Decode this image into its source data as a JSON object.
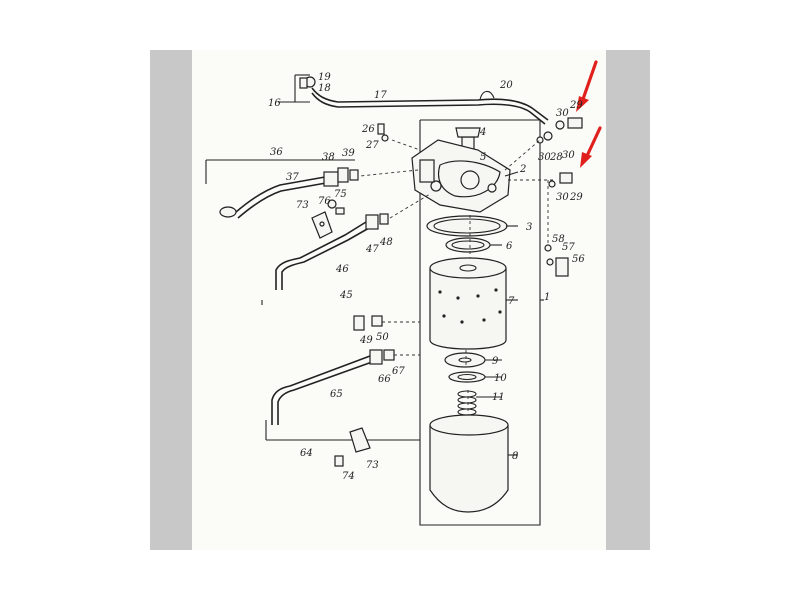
{
  "labels": {
    "l1": "1",
    "l2": "2",
    "l3": "3",
    "l4": "4",
    "l5": "5",
    "l6": "6",
    "l7": "7",
    "l8": "8",
    "l9": "9",
    "l10": "10",
    "l11": "11",
    "l16": "16",
    "l17": "17",
    "l18": "18",
    "l19": "19",
    "l20": "20",
    "l26": "26",
    "l27": "27",
    "l28": "28",
    "l29a": "29",
    "l29b": "29",
    "l30a": "30",
    "l30b": "30",
    "l30c": "30",
    "l30d": "30",
    "l36": "36",
    "l37": "37",
    "l38": "38",
    "l39": "39",
    "l45": "45",
    "l46": "46",
    "l47": "47",
    "l48": "48",
    "l49": "49",
    "l50": "50",
    "l56": "56",
    "l57": "57",
    "l58": "58",
    "l64": "64",
    "l65": "65",
    "l66": "66",
    "l67": "67",
    "l73a": "73",
    "l73b": "73",
    "l74": "74",
    "l75": "75",
    "l76": "76"
  },
  "colors": {
    "arrow": "#e0201c",
    "ink": "#222222",
    "side_panel": "#c8c8c8"
  }
}
